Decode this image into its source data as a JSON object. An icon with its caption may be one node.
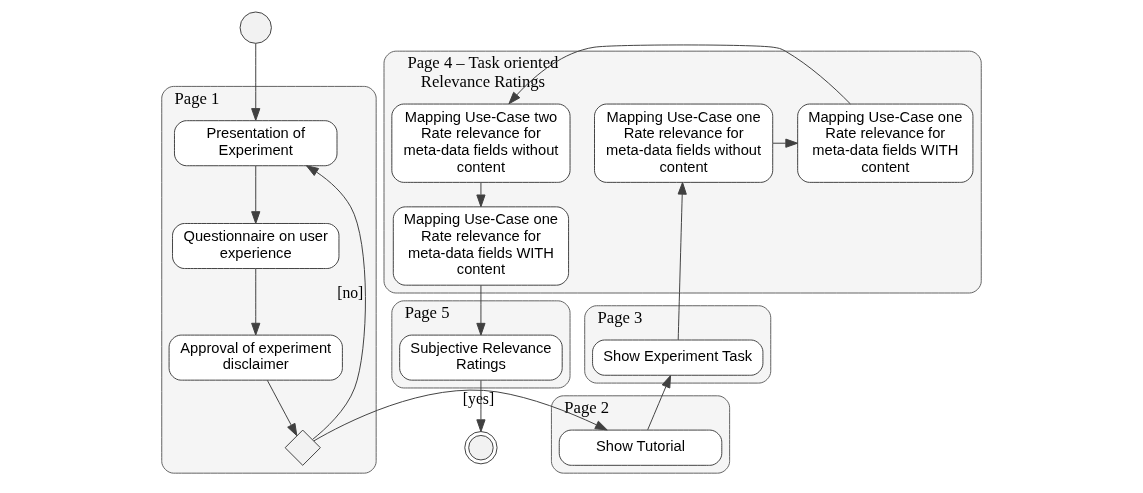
{
  "diagram": {
    "nodes": [
      {
        "text": [],
        "shape": "circle"
      },
      {
        "text": [
          "Page 1"
        ]
      },
      {
        "text": [
          "Presentation of Experiment"
        ],
        "in": 1
      },
      {
        "text": [
          "Questionnaire on user experience"
        ],
        "in": 1
      },
      {
        "text": [
          "Approval of experiment disclaimer"
        ],
        "in": 1
      },
      {
        "text": [],
        "shape": "diamond",
        "in": 1
      },
      {
        "text": [
          "Page 4 – Task oriented Relevance Ratings"
        ]
      },
      {
        "text": [
          "Mapping Use-Case one",
          "Rate relevance for meta-data fields without content"
        ],
        "in": 6
      },
      {
        "text": [
          "Mapping Use-Case one",
          "Rate relevance for meta-data fields WITH content"
        ],
        "in": 6
      },
      {
        "text": [
          "Mapping Use-Case two",
          "Rate relevance for meta-data fields without content"
        ],
        "in": 6
      },
      {
        "text": [
          "Mapping Use-Case one",
          "Rate relevance for meta-data fields WITH content"
        ],
        "in": 6
      },
      {
        "text": [
          "Page 3"
        ]
      },
      {
        "text": [
          "Show Experiment Task"
        ],
        "in": 11
      },
      {
        "text": [
          "Page 5"
        ]
      },
      {
        "text": [
          "Subjective Relevance Ratings"
        ],
        "in": 13
      },
      {
        "text": [
          "Page 2"
        ]
      },
      {
        "text": [
          "Show Tutorial"
        ],
        "in": 15
      },
      {
        "text": [],
        "shape": "bullseye"
      }
    ],
    "edges": [
      {
        "from": 0,
        "to": 2,
        "arrow": "to"
      },
      {
        "from": 2,
        "to": 3,
        "arrow": "to"
      },
      {
        "from": 3,
        "to": 4,
        "arrow": "to"
      },
      {
        "from": 4,
        "to": 5,
        "arrow": "to"
      },
      {
        "from": 5,
        "to": 2,
        "arrow": "to",
        "label": "[no]"
      },
      {
        "from": 5,
        "to": 16,
        "arrow": "to",
        "label": "[yes]"
      },
      {
        "from": 16,
        "to": 12,
        "arrow": "to"
      },
      {
        "from": 12,
        "to": 7,
        "arrow": "to"
      },
      {
        "from": 7,
        "to": 8,
        "arrow": "to"
      },
      {
        "from": 8,
        "to": 9,
        "arrow": "to"
      },
      {
        "from": 9,
        "to": 10,
        "arrow": "to"
      },
      {
        "from": 10,
        "to": 14,
        "arrow": "to"
      },
      {
        "from": 14,
        "to": 17,
        "arrow": "to"
      }
    ]
  }
}
